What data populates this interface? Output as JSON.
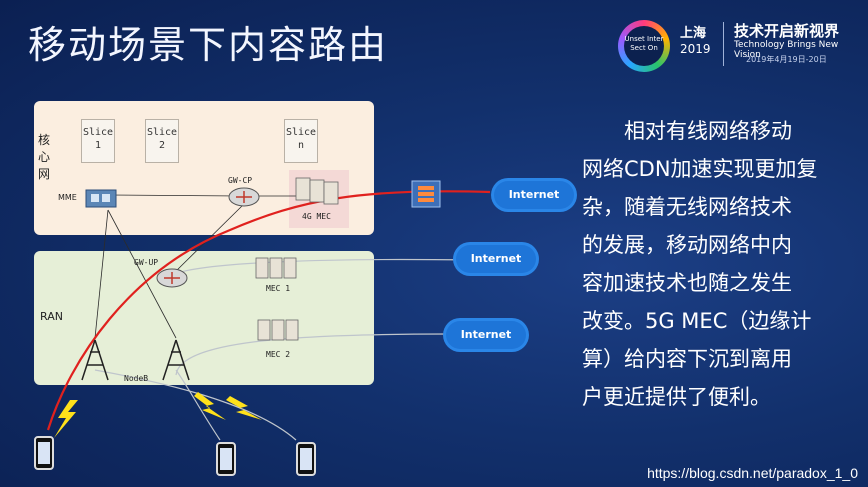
{
  "title": "移动场景下内容路由",
  "brand": {
    "logo_text": "Unset Inter Sect On",
    "city": "上海",
    "year": "2019",
    "slogan": "技术开启新视界",
    "slogan_en": "Technology Brings New Vision",
    "date": "2019年4月19日-20日"
  },
  "diagram": {
    "core_label": "核心网",
    "ran_label": "RAN",
    "slices": [
      {
        "name": "Slice",
        "num": "1"
      },
      {
        "name": "Slice",
        "num": "2"
      },
      {
        "name": "Slice",
        "num": "n"
      }
    ],
    "mme": "MME",
    "gw_cp": "GW-CP",
    "gw_up": "GW-UP",
    "mec_4g": "4G MEC",
    "mec1": "MEC 1",
    "mec2": "MEC 2",
    "nodeb": "NodeB",
    "internet": [
      "Internet",
      "Internet",
      "Internet"
    ]
  },
  "paragraph": [
    "相对有线网络移动",
    "网络CDN加速实现更加复",
    "杂，随着无线网络技术",
    "的发展，移动网络中内",
    "容加速技术也随之发生",
    "改变。5G MEC（边缘计",
    "算）给内容下沉到离用",
    "户更近提供了便利。"
  ],
  "watermark": "https://blog.csdn.net/paradox_1_0",
  "colors": {
    "accent_red": "#e0211e",
    "background": "#12306c"
  }
}
